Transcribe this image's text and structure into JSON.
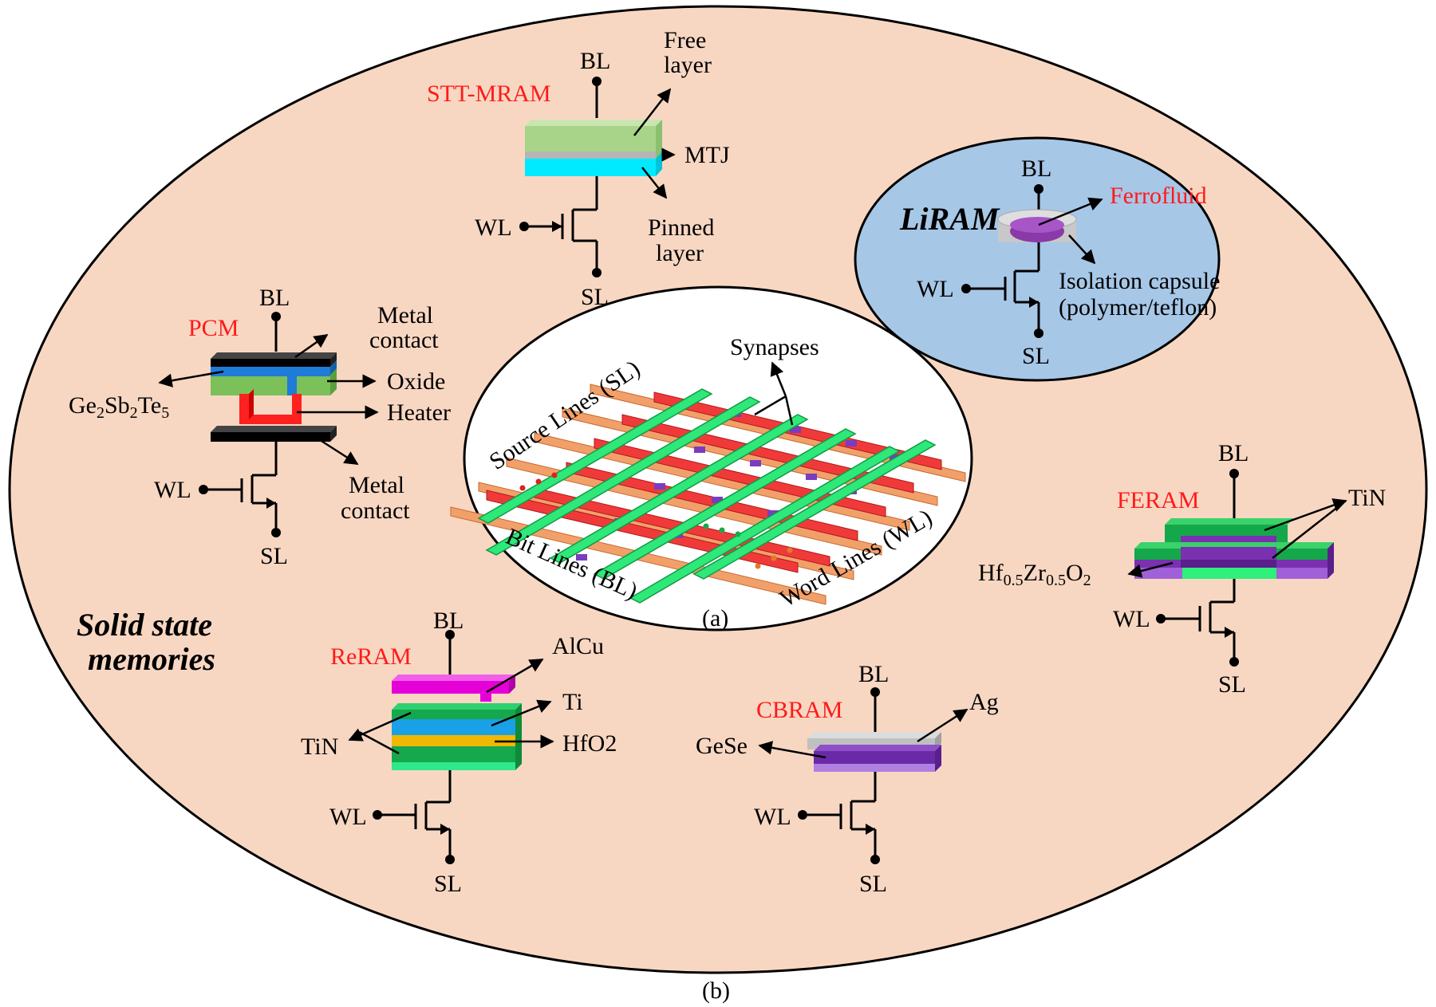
{
  "colors": {
    "outer_fill": "#f8d7c2",
    "liram_fill": "#a7c7e7",
    "crossbar_fill": "#ffffff",
    "accent_red": "#ff1a1a",
    "green": "#2ee87a",
    "red_line": "#f03a3a",
    "orange_line": "#f2a06a"
  },
  "outer": {
    "title_line1": "Solid state",
    "title_line2": "memories",
    "caption": "(b)"
  },
  "crossbar": {
    "caption": "(a)",
    "source_lines": "Source Lines (SL)",
    "bit_lines": "Bit Lines (BL)",
    "word_lines": "Word Lines (WL)",
    "synapses": "Synapses"
  },
  "stt_mram": {
    "name": "STT-MRAM",
    "bl": "BL",
    "wl": "WL",
    "sl": "SL",
    "free_layer_1": "Free",
    "free_layer_2": "layer",
    "mtj": "MTJ",
    "pinned_1": "Pinned",
    "pinned_2": "layer"
  },
  "liram": {
    "name": "LiRAM",
    "bl": "BL",
    "wl": "WL",
    "sl": "SL",
    "ferrofluid": "Ferrofluid",
    "capsule_1": "Isolation capsule",
    "capsule_2": "(polymer/teflon)"
  },
  "pcm": {
    "name": "PCM",
    "bl": "BL",
    "wl": "WL",
    "sl": "SL",
    "metal_contact_1": "Metal",
    "metal_contact_2": "contact",
    "oxide": "Oxide",
    "heater": "Heater",
    "gst_ge": "Ge",
    "gst_2a": "2",
    "gst_sb": "Sb",
    "gst_2b": "2",
    "gst_te": "Te",
    "gst_5": "5",
    "bottom_contact_1": "Metal",
    "bottom_contact_2": "contact"
  },
  "feram": {
    "name": "FERAM",
    "bl": "BL",
    "wl": "WL",
    "sl": "SL",
    "tin": "TiN",
    "hzo_hf": "Hf",
    "hzo_05a": "0.5",
    "hzo_zr": "Zr",
    "hzo_05b": "0.5",
    "hzo_o": "O",
    "hzo_2": "2"
  },
  "reram": {
    "name": "ReRAM",
    "bl": "BL",
    "wl": "WL",
    "sl": "SL",
    "alcu": "AlCu",
    "ti": "Ti",
    "tin": "TiN",
    "hfo2": "HfO2"
  },
  "cbram": {
    "name": "CBRAM",
    "bl": "BL",
    "wl": "WL",
    "sl": "SL",
    "ag": "Ag",
    "gese": "GeSe"
  }
}
